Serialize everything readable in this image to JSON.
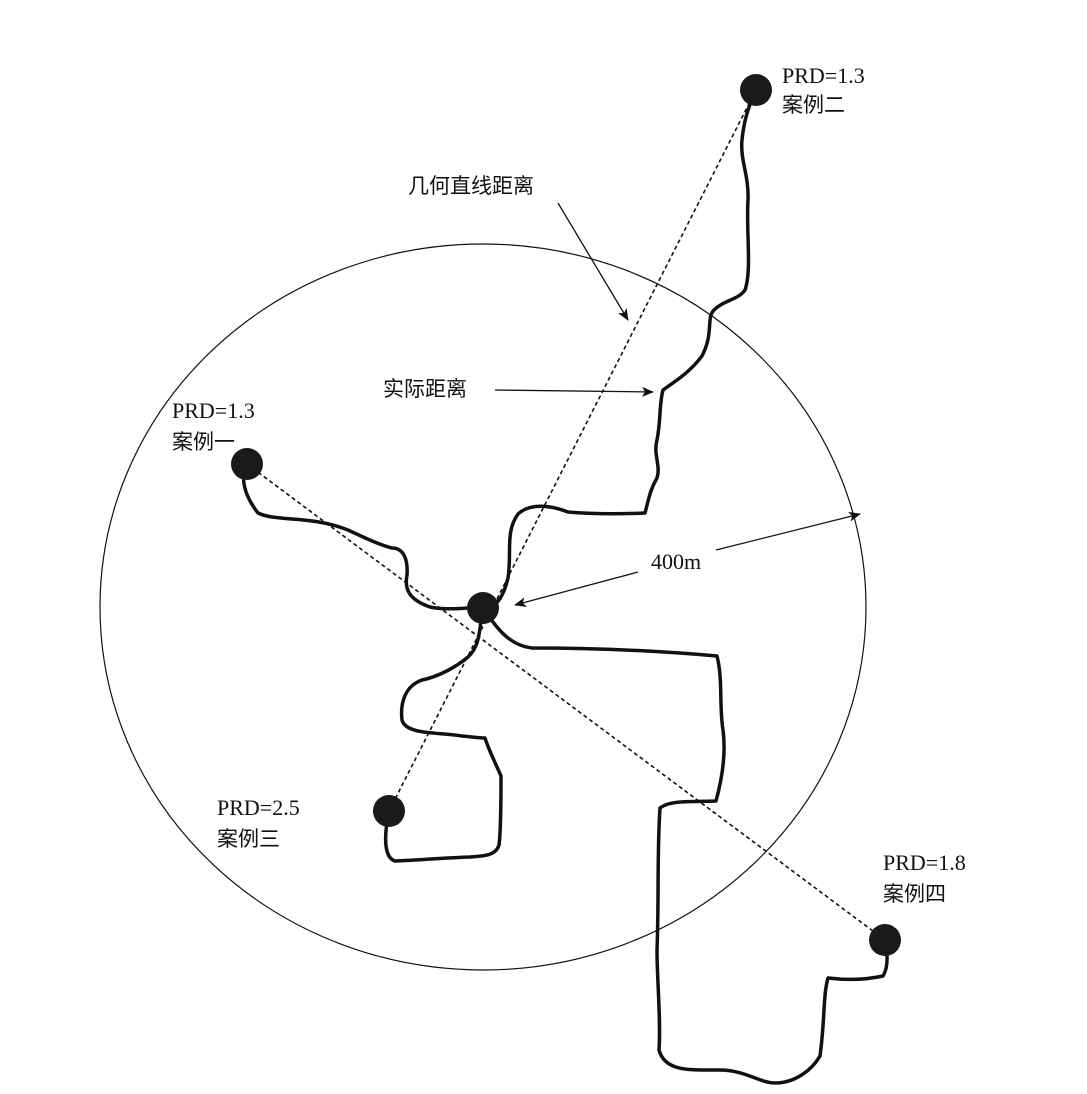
{
  "labels": {
    "geometric_distance": "几何直线距离",
    "actual_distance": "实际距离",
    "radius": "400m"
  },
  "cases": [
    {
      "prd": "PRD=1.3",
      "name": "案例一"
    },
    {
      "prd": "PRD=1.3",
      "name": "案例二"
    },
    {
      "prd": "PRD=2.5",
      "name": "案例三"
    },
    {
      "prd": "PRD=1.8",
      "name": "案例四"
    }
  ]
}
